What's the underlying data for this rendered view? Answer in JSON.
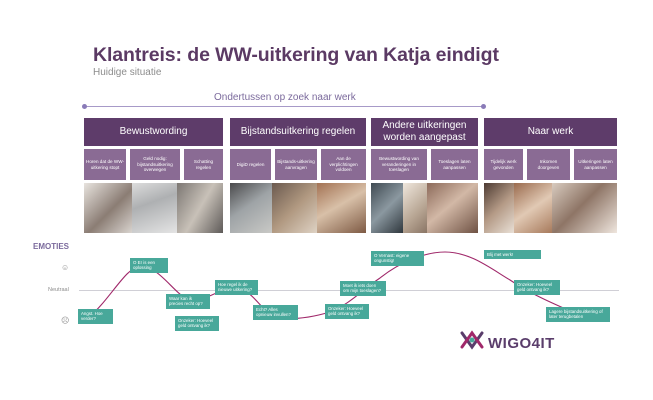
{
  "header": {
    "title": "Klantreis: de WW-uitkering van Katja eindigt",
    "subtitle": "Huidige situatie"
  },
  "timeline": {
    "label": "Ondertussen op zoek naar werk"
  },
  "phases": [
    {
      "label": "Bewustwording"
    },
    {
      "label": "Bijstandsuitkering regelen"
    },
    {
      "label": "Andere uitkeringen worden aangepast"
    },
    {
      "label": "Naar werk"
    }
  ],
  "steps": [
    {
      "label": "Horen dat de WW-uitkering stopt"
    },
    {
      "label": "Geld nodig: bijstandsuitkering overwegen"
    },
    {
      "label": "Schatting regelen"
    },
    {
      "label": "DigiD regelen"
    },
    {
      "label": "Bijstands-uitkering aanvragen"
    },
    {
      "label": "Aan de verplichtingen voldoen"
    },
    {
      "label": "Bewustwording van veranderingen in toeslagen"
    },
    {
      "label": "Toeslagen laten aanpassen"
    },
    {
      "label": "Tijdelijk werk gevonden"
    },
    {
      "label": "Inkomen doorgeven"
    },
    {
      "label": "Uitkeringen laten aanpassen"
    }
  ],
  "emotions": {
    "heading": "EMOTIES",
    "neutral_label": "Neutraal",
    "happy_icon": "☺",
    "sad_icon": "☹",
    "line_color": "#a0286a",
    "notes": [
      {
        "text": "Angst. Hoe verder?"
      },
      {
        "text": "O Er is een oplossing"
      },
      {
        "text": "Waar kan ik precies recht op?"
      },
      {
        "text": "Onzeker: Hoeveel geld ontvang ik?"
      },
      {
        "text": "Hoe regel ik de nieuwe uitkering?"
      },
      {
        "text": "Echt? Alles opnieuw invullen?"
      },
      {
        "text": "Moet ik iets doen om mijn toeslagen?"
      },
      {
        "text": "Onzeker: Hoeveel geld ontvang ik?"
      },
      {
        "text": "O Vernast: eigene ongunstig!"
      },
      {
        "text": "Blij met werk!"
      },
      {
        "text": "Onzeker: Hoeveel geld ontvang ik?"
      },
      {
        "text": "Lagere bijstandsuitkering of later terugbetalen"
      }
    ]
  },
  "logo": {
    "text": "WIGO4IT"
  },
  "colors": {
    "phase": "#5e3c6a",
    "step": "#8a6b94",
    "note": "#48a89a",
    "accent": "#a0286a"
  }
}
